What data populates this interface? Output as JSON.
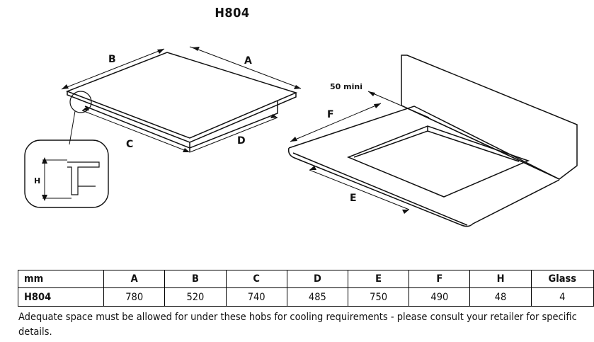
{
  "title": "H804",
  "labels": {
    "A": "A",
    "B": "B",
    "C": "C",
    "D": "D",
    "E": "E",
    "F": "F",
    "H": "H",
    "min_clearance": "50 mini"
  },
  "table": {
    "headers": [
      "mm",
      "A",
      "B",
      "C",
      "D",
      "E",
      "F",
      "H",
      "Glass"
    ],
    "rows": [
      [
        "H804",
        "780",
        "520",
        "740",
        "485",
        "750",
        "490",
        "48",
        "4"
      ]
    ]
  },
  "note": "Adequate space must be allowed for under these hobs for cooling requirements - please consult your retailer for specific details."
}
